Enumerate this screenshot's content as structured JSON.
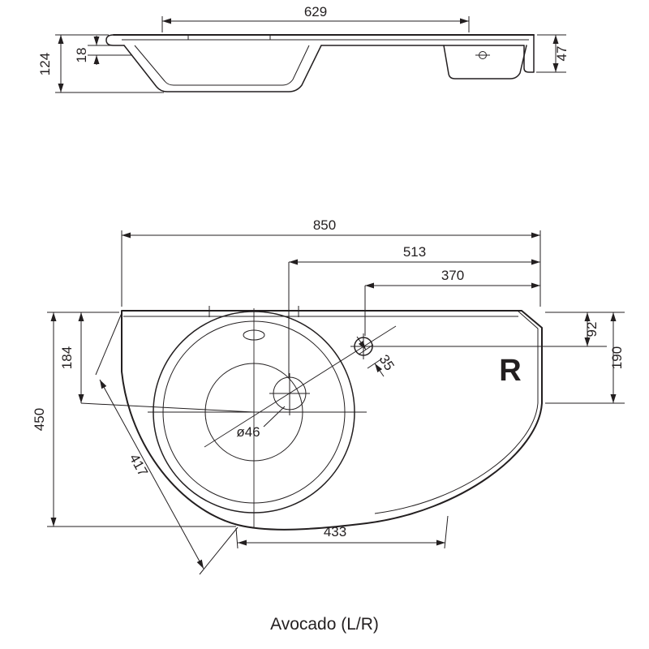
{
  "labels": {
    "caption": "Avocado (L/R)",
    "orientation": "R"
  },
  "side_view": {
    "dim_629": "629",
    "dim_47": "47",
    "dim_124": "124",
    "dim_18": "18"
  },
  "plan": {
    "dim_850": "850",
    "dim_513": "513",
    "dim_370": "370",
    "dim_92": "92",
    "dim_190": "190",
    "dim_184": "184",
    "dim_450": "450",
    "dim_417": "417",
    "dim_433": "433",
    "dim_35": "35",
    "dim_drain": "ø46"
  },
  "colors": {
    "line": "#231f20",
    "background": "#ffffff"
  }
}
